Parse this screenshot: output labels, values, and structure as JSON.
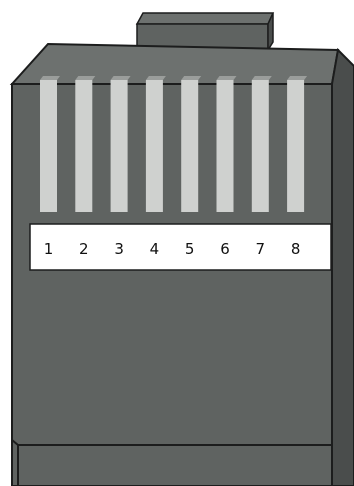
{
  "colors": {
    "body": "#5f6361",
    "top_face": "#6d716f",
    "dark_face": "#4a4d4c",
    "outline": "#1c1d1d",
    "contact": "#cfd1cf",
    "contact_shadow": "#9a9d9b",
    "label_band": "#ffffff"
  },
  "pins": [
    {
      "label": "1"
    },
    {
      "label": "2"
    },
    {
      "label": "3"
    },
    {
      "label": "4"
    },
    {
      "label": "5"
    },
    {
      "label": "6"
    },
    {
      "label": "7"
    },
    {
      "label": "8"
    }
  ]
}
